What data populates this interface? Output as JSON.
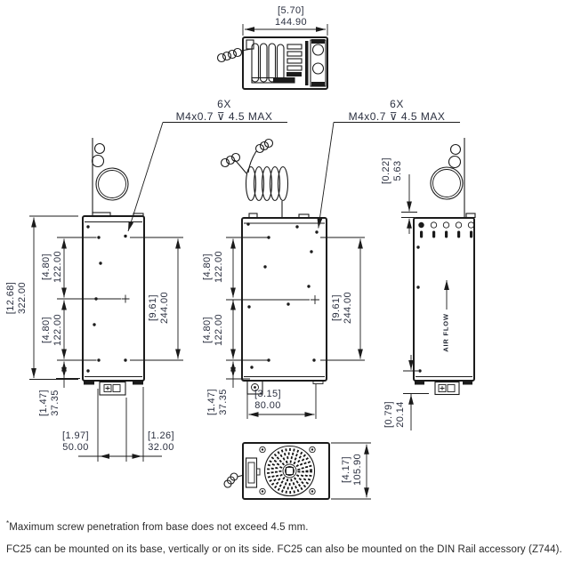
{
  "dims": {
    "top_width": {
      "in": "[5.70]",
      "mm": "144.90"
    },
    "front_height": {
      "in": "[12.68]",
      "mm": "322.00"
    },
    "front_pitch_upper": {
      "in": "[4.80]",
      "mm": "122.00"
    },
    "front_pitch_lower": {
      "in": "[4.80]",
      "mm": "122.00"
    },
    "front_span": {
      "in": "[9.61]",
      "mm": "244.00"
    },
    "front_base": {
      "in": "[1.47]",
      "mm": "37.35"
    },
    "front_foot_width": {
      "in": "[1.97]",
      "mm": "50.00"
    },
    "front_foot_offset": {
      "in": "[1.26]",
      "mm": "32.00"
    },
    "side_pitch_upper": {
      "in": "[4.80]",
      "mm": "122.00"
    },
    "side_pitch_lower": {
      "in": "[4.80]",
      "mm": "122.00"
    },
    "side_span": {
      "in": "[9.61]",
      "mm": "244.00"
    },
    "side_base": {
      "in": "[1.47]",
      "mm": "37.35"
    },
    "side_depth": {
      "in": "[3.15]",
      "mm": "80.00"
    },
    "back_lid": {
      "in": "[0.22]",
      "mm": "5.63"
    },
    "back_base": {
      "in": "[0.79]",
      "mm": "20.14"
    },
    "bottom_width": {
      "in": "[4.17]",
      "mm": "105.90"
    }
  },
  "callouts": {
    "left": {
      "qty": "6X",
      "spec": "M4x0.7 ⊽ 4.5 MAX"
    },
    "right": {
      "qty": "6X",
      "spec": "M4x0.7 ⊽ 4.5 MAX"
    }
  },
  "labels": {
    "air_flow": "AIR FLOW"
  },
  "notes": {
    "mark": "*",
    "note1": "Maximum screw penetration from base does not exceed 4.5 mm.",
    "note2": "FC25 can be mounted on its base, vertically or on its side. FC25 can also be mounted on the DIN Rail accessory (Z744)."
  }
}
